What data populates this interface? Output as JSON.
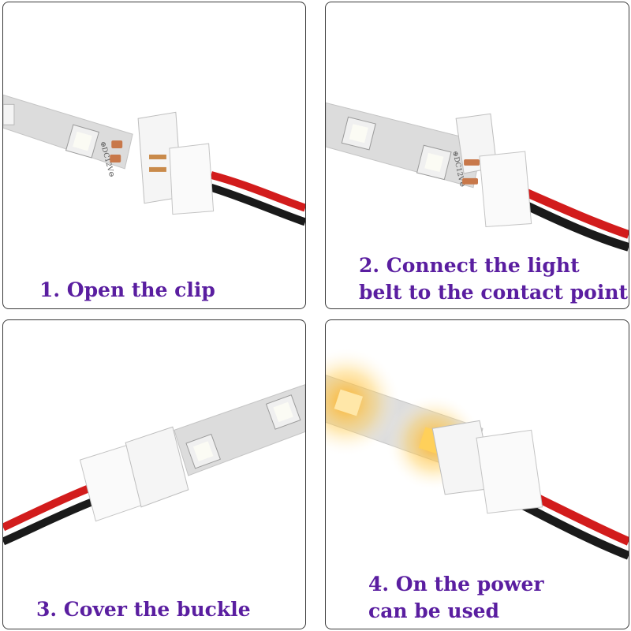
{
  "steps": [
    {
      "lines": [
        "1. Open the clip"
      ]
    },
    {
      "lines": [
        "2. Connect the light",
        "belt to the contact point"
      ]
    },
    {
      "lines": [
        "3. Cover the buckle"
      ]
    },
    {
      "lines": [
        "4. On the power",
        "can be used"
      ]
    }
  ],
  "strip_marking": "⊕DC12V⊖",
  "colors": {
    "caption": "#5a1ea0",
    "strip": "#dedede",
    "wire_red": "#d21c1c",
    "wire_black": "#1a1a1a",
    "glow": "#ffc23a"
  }
}
